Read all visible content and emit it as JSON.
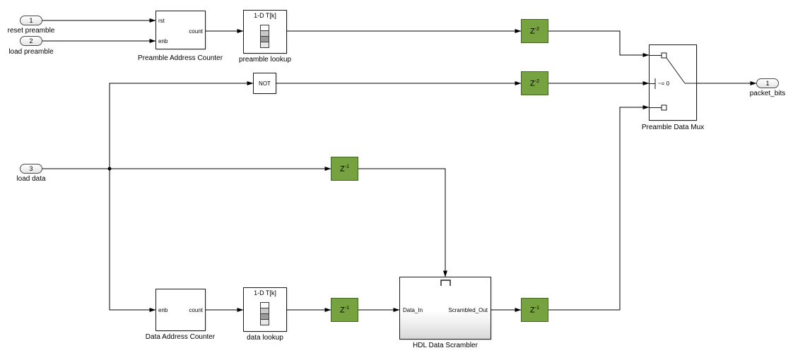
{
  "colors": {
    "delay_fill": "#76A23F",
    "delay_border": "#40661E",
    "block_border": "#1A1A1A",
    "wire": "#000000"
  },
  "icons": {
    "lookup_table_icon": "column-of-cells",
    "trigger_pulse_icon": "⊓",
    "switch_icon": "diagonal-selector"
  },
  "ports": {
    "reset_preamble": {
      "number": "1",
      "label": "reset preamble"
    },
    "load_preamble": {
      "number": "2",
      "label": "load preamble"
    },
    "load_data": {
      "number": "3",
      "label": "load data"
    },
    "packet_bits": {
      "number": "1",
      "label": "packet_bits"
    }
  },
  "blocks": {
    "preamble_address_counter": {
      "label": "Preamble Address Counter",
      "rst": "rst",
      "enb": "enb",
      "count": "count"
    },
    "preamble_lookup": {
      "label": "preamble lookup",
      "header": "1-D T[k]"
    },
    "not_gate": {
      "text": "NOT"
    },
    "data_address_counter": {
      "label": "Data Address Counter",
      "enb": "enb",
      "count": "count"
    },
    "data_lookup": {
      "label": "data lookup",
      "header": "1-D T[k]"
    },
    "hdl_data_scrambler": {
      "label": "HDL Data Scrambler",
      "in": "Data_In",
      "out": "Scrambled_Out"
    },
    "preamble_data_mux": {
      "label": "Preamble Data Mux",
      "criteria": "~= 0"
    },
    "delays": {
      "z2_preamble": {
        "base": "Z",
        "exp": "-2"
      },
      "z2_not": {
        "base": "Z",
        "exp": "-2"
      },
      "z1_load": {
        "base": "Z",
        "exp": "-1"
      },
      "z1_data": {
        "base": "Z",
        "exp": "-1"
      },
      "z1_scrambled": {
        "base": "Z",
        "exp": "-1"
      }
    }
  }
}
